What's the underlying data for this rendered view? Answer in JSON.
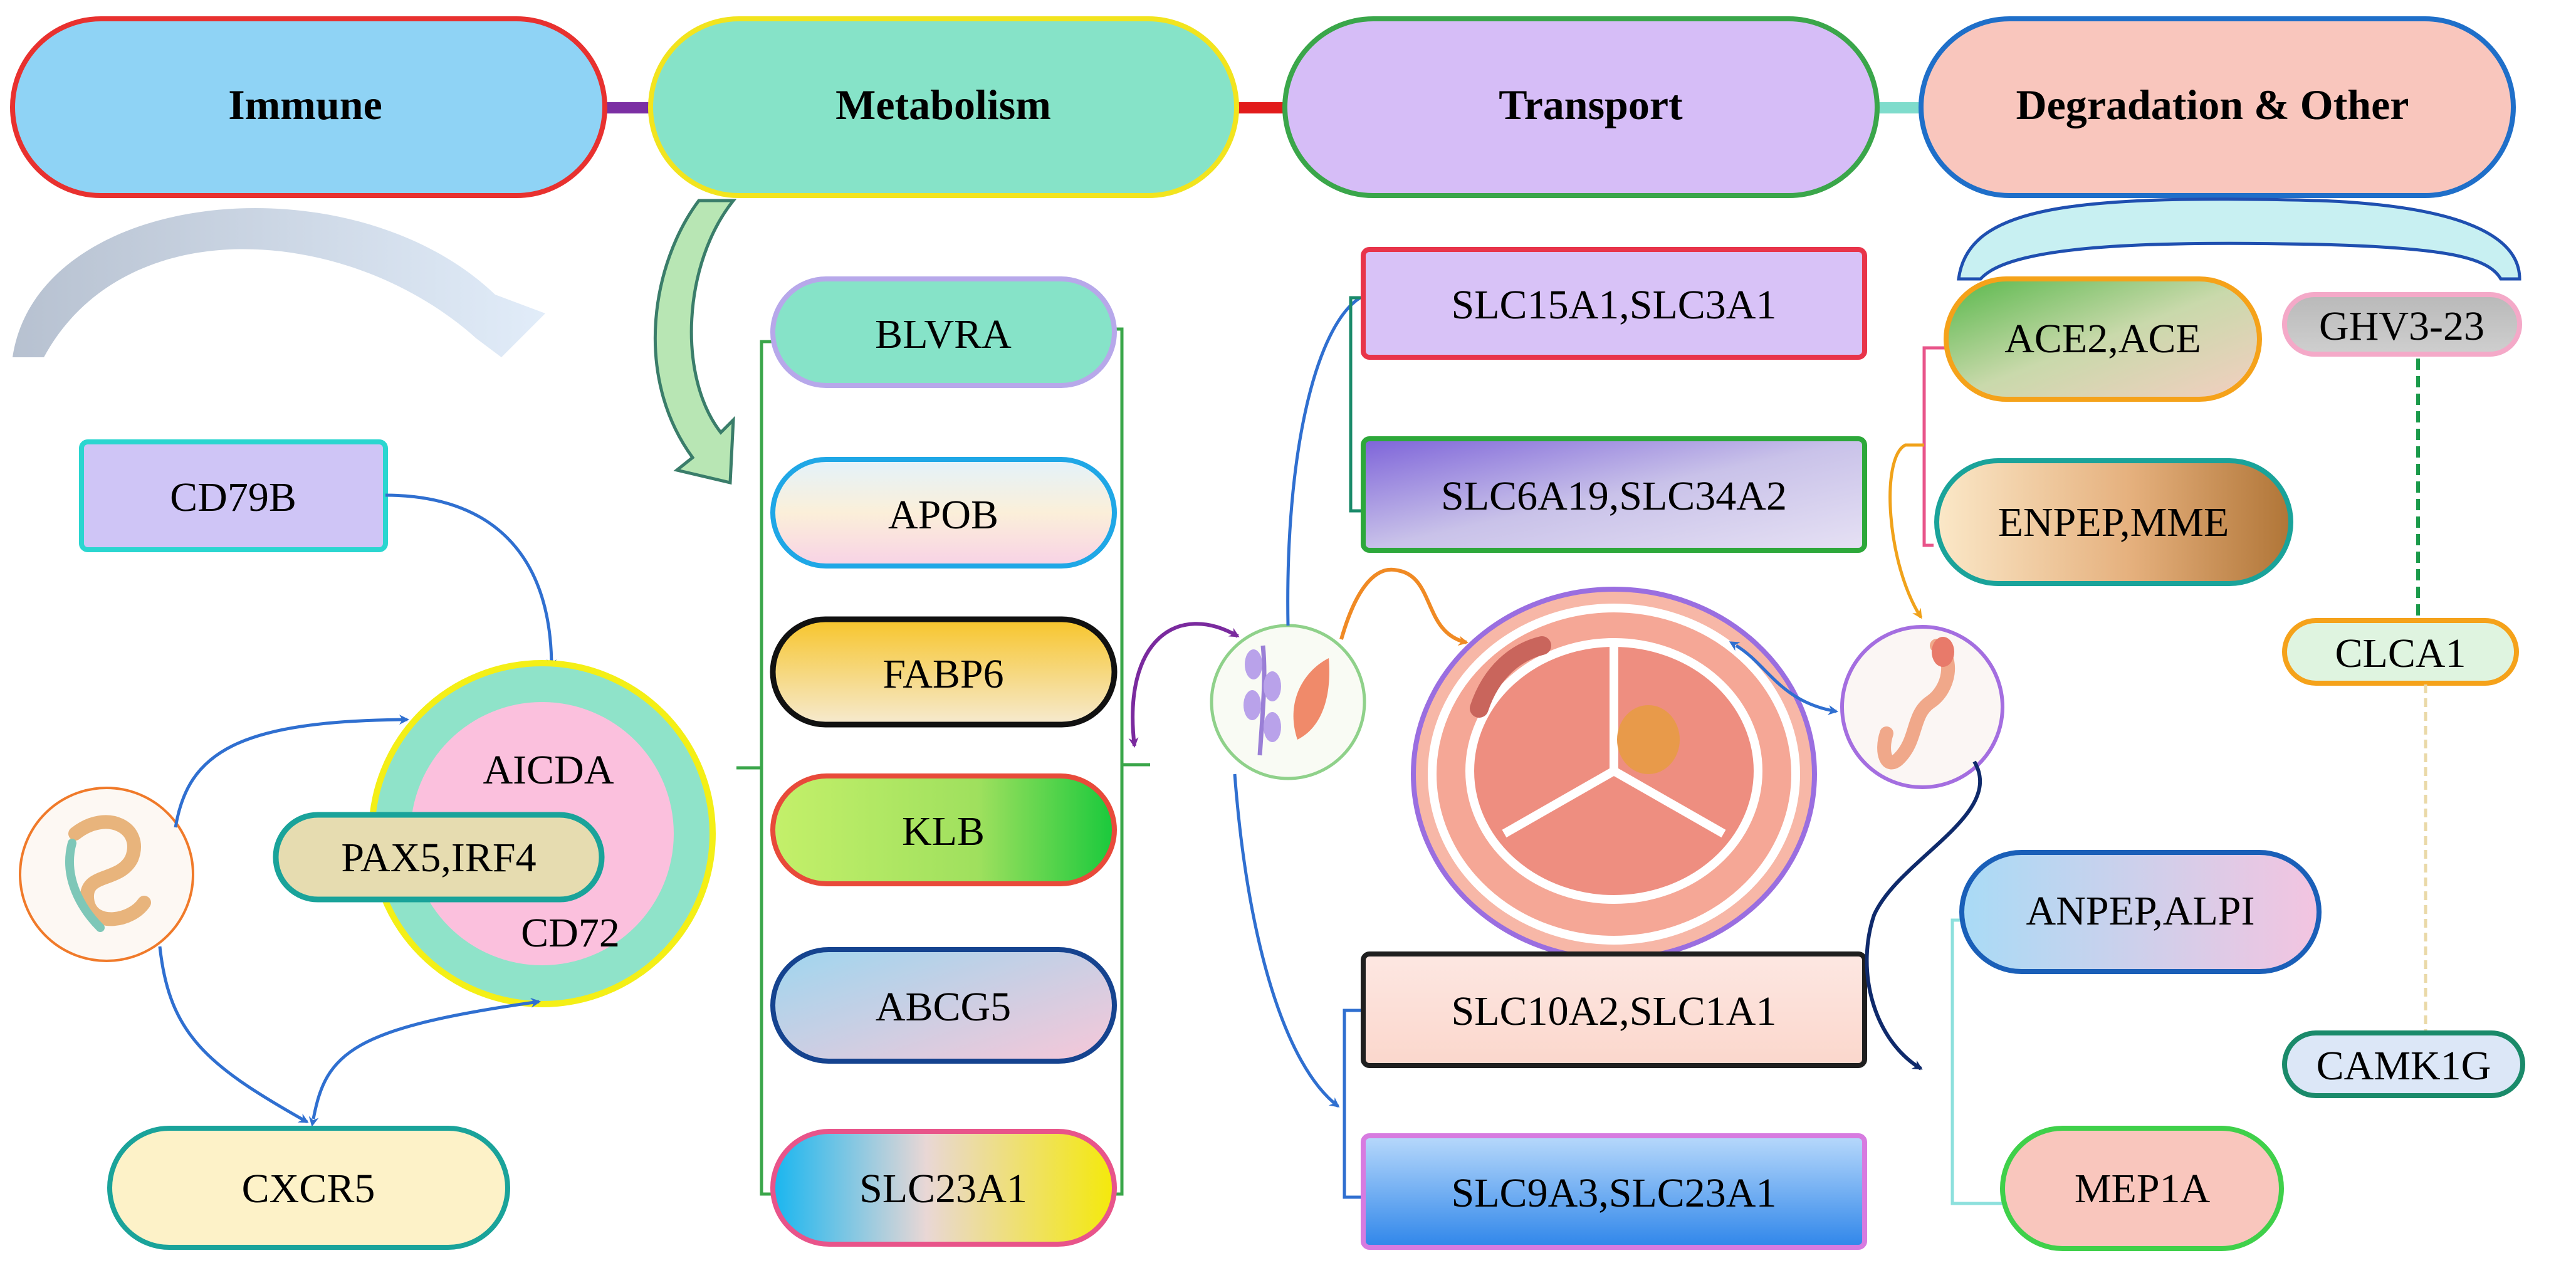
{
  "categories": {
    "immune": "Immune",
    "metabolism": "Metabolism",
    "transport": "Transport",
    "degradation": "Degradation & Other"
  },
  "immune": {
    "cd79b": "CD79B",
    "aicda": "AICDA",
    "pax5_irf4": "PAX5,IRF4",
    "cd72": "CD72",
    "cxcr5": "CXCR5"
  },
  "metabolism": {
    "genes": [
      "BLVRA",
      "APOB",
      "FABP6",
      "KLB",
      "ABCG5",
      "SLC23A1"
    ]
  },
  "transport": {
    "slc15a1_slc3a1": "SLC15A1,SLC3A1",
    "slc6a19_slc34a2": "SLC6A19,SLC34A2",
    "slc10a2_slc1a1": "SLC10A2,SLC1A1",
    "slc9a3_slc23a1": "SLC9A3,SLC23A1"
  },
  "degradation": {
    "ace2_ace": "ACE2,ACE",
    "enpep_mme": "ENPEP,MME",
    "ghv3_23": "GHV3-23",
    "clca1": "CLCA1",
    "anpep_alpi": "ANPEP,ALPI",
    "camk1g": "CAMK1G",
    "mep1a": "MEP1A"
  },
  "colors": {
    "immune": "#8fd3f5",
    "metabolism": "#86e3c8",
    "transport": "#d6bdf7",
    "degradation": "#f9c6bd",
    "connector_blue": "#2f6fd0",
    "bracket_green": "#3aa64a"
  }
}
